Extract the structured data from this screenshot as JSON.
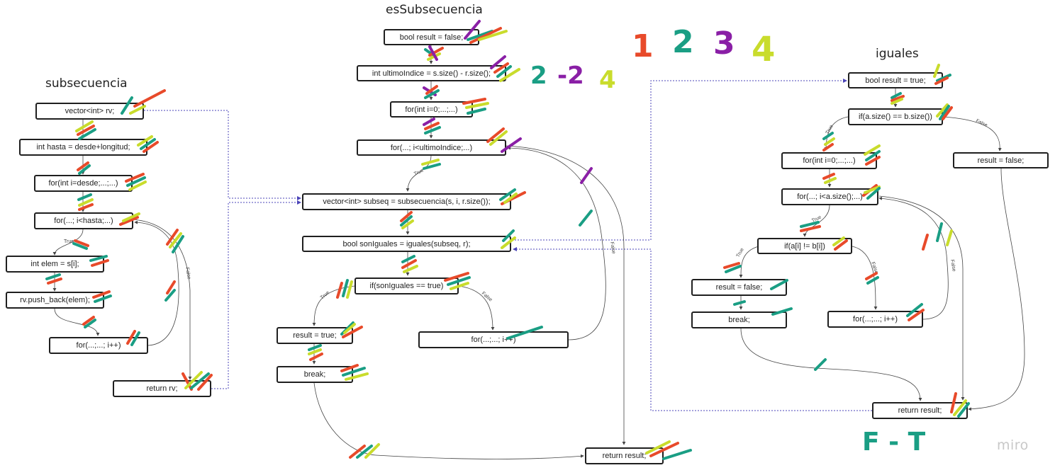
{
  "titles": {
    "subsecuencia": "subsecuencia",
    "esSubsecuencia": "esSubsecuencia",
    "iguales": "iguales"
  },
  "nodes": {
    "sub_n1": "vector<int> rv;",
    "sub_n2": "int hasta = desde+longitud;",
    "sub_n3": "for(int i=desde;...;...)",
    "sub_n4": "for(...; i<hasta;...)",
    "sub_n5": "int elem = s[i];",
    "sub_n6": "rv.push_back(elem);",
    "sub_n7": "for(...;...; i++)",
    "sub_n8": "return rv;",
    "es_n1": "bool result = false;",
    "es_n2": "int ultimoIndice = s.size() - r.size();",
    "es_n3": "for(int i=0;...;...)",
    "es_n4": "for(...; i<ultimoIndice;...)",
    "es_n5": "vector<int> subseq = subsecuencia(s, i, r.size());",
    "es_n6": "bool sonIguales = iguales(subseq, r);",
    "es_n7": "if(sonIguales == true)",
    "es_n8": "result = true;",
    "es_n9": "break;",
    "es_n10": "for(...;...; i++)",
    "es_n11": "return result;",
    "ig_n1": "bool result = true;",
    "ig_n2": "if(a.size() == b.size())",
    "ig_n3": "for(int i=0;...;...)",
    "ig_n4": "result = false;",
    "ig_n5": "for(...; i<a.size();...)",
    "ig_n6": "if(a[i] != b[i])",
    "ig_n7": "result = false;",
    "ig_n8": "break;",
    "ig_n9": "for(...;...; i++)",
    "ig_n10": "return result;"
  },
  "edge_labels": {
    "true": "True",
    "false": "False"
  },
  "annotations": {
    "n1": "1",
    "n2": "2",
    "n3": "3",
    "n4": "4",
    "mid_a": "2",
    "mid_b": "-2",
    "mid_c": "4",
    "ft": "F - T"
  },
  "colors": {
    "red": "#e84a2a",
    "teal": "#1a9e84",
    "purple": "#8a1fa6",
    "yellow": "#c9dc2c",
    "link": "#4b44b8"
  },
  "watermark": "miro"
}
